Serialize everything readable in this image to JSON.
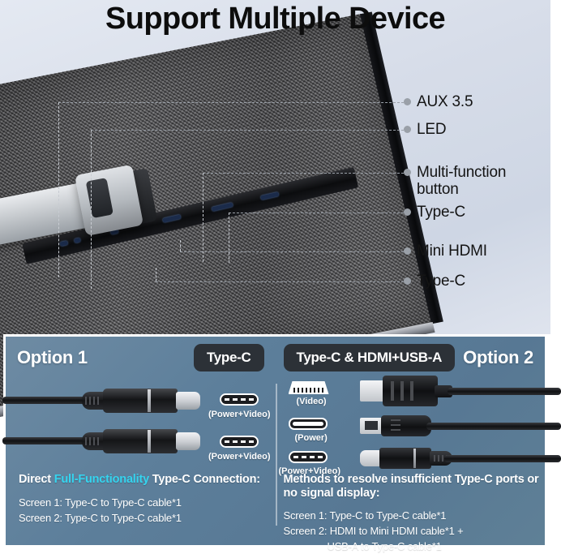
{
  "hero": {
    "title": "Support Multiple Device",
    "callouts": [
      {
        "label": "AUX 3.5"
      },
      {
        "label": "LED"
      },
      {
        "label": "Multi-function\nbutton"
      },
      {
        "label": "Type-C"
      },
      {
        "label": "Mini HDMI"
      },
      {
        "label": "Type-C"
      }
    ]
  },
  "colors": {
    "background": "#d7dde9",
    "panel": "#5d7f9b",
    "badge": "#2c3137",
    "highlight": "#35d4ef",
    "callout_dot": "#9aa0a8",
    "title_text": "#0d0d0d"
  },
  "options": {
    "option1": {
      "title": "Option 1",
      "badge": "Type-C",
      "connectors": [
        {
          "icon": "type-c-port-icon",
          "label": "(Power+Video)"
        },
        {
          "icon": "type-c-port-icon",
          "label": "(Power+Video)"
        }
      ],
      "heading_pre": "Direct ",
      "heading_highlight": "Full-Functionality",
      "heading_post": " Type-C Connection:",
      "lines": [
        "Screen 1: Type-C to Type-C cable*1",
        "Screen 2: Type-C to Type-C cable*1"
      ]
    },
    "option2": {
      "title": "Option 2",
      "badge": "Type-C & HDMI+USB-A",
      "connectors": [
        {
          "icon": "hdmi-port-icon",
          "label": "(Video)"
        },
        {
          "icon": "usb-a-port-icon",
          "label": "(Power)"
        },
        {
          "icon": "type-c-port-icon",
          "label": "(Power+Video)"
        }
      ],
      "heading": "Methods to resolve insufficient Type-C ports or no signal display:",
      "lines": [
        "Screen 1: Type-C to Type-C cable*1",
        "Screen 2: HDMI to Mini HDMI cable*1 +"
      ],
      "line_indent": "USB-A to Type-C cable*1"
    }
  }
}
